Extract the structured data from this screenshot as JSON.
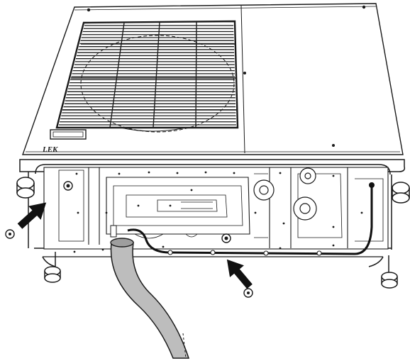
{
  "figure": {
    "brand_label": "LEK",
    "line_color": "#1a1a1a",
    "hose_color": "#bdbdbd",
    "arrow_color": "#111111",
    "background": "#ffffff"
  },
  "callouts": [
    {
      "target": "left-mounting-screw",
      "icon": "arrow-icon"
    },
    {
      "target": "center-mounting-screw",
      "icon": "arrow-icon"
    }
  ]
}
